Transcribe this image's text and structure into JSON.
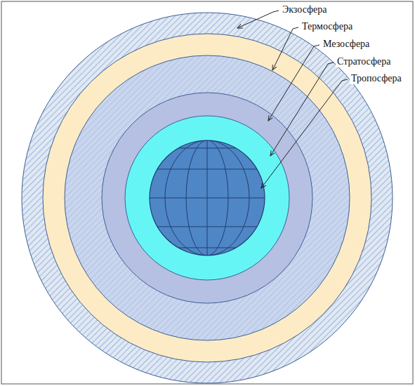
{
  "diagram": {
    "labels": [
      "Экзосфера",
      "Термосфера",
      "Мезосфера",
      "Стратосфера",
      "Тропосфера"
    ]
  }
}
